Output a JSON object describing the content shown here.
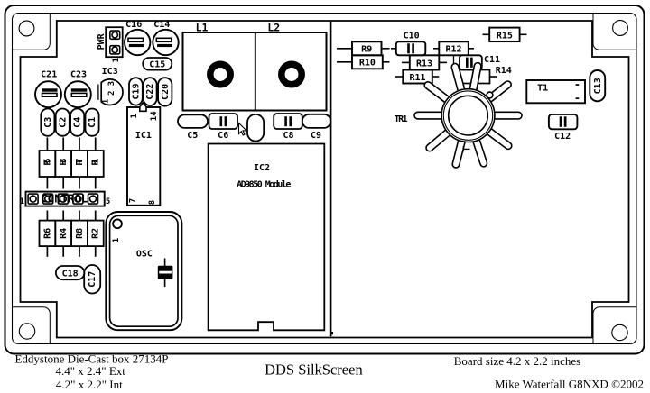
{
  "title": "DDS SilkScreen",
  "footer": {
    "box_line1": "Eddystone Die-Cast box 27134P",
    "box_line2": "4.4\" x 2.4\" Ext",
    "box_line3": "4.2\" x 2.2\" Int",
    "board_size": "Board size 4.2 x 2.2 inches",
    "credit": "Mike Waterfall G8NXD ©2002"
  },
  "components": {
    "pwr": {
      "label": "PWR",
      "pin1": "1"
    },
    "c14": {
      "label": "C14"
    },
    "c15": {
      "label": "C15"
    },
    "c16": {
      "label": "C16"
    },
    "c21": {
      "label": "C21"
    },
    "c23": {
      "label": "C23"
    },
    "ic3": {
      "label": "IC3",
      "pin1": "1",
      "pin2": "2",
      "pin3": "3"
    },
    "c19": {
      "label": "C19"
    },
    "c22": {
      "label": "C22"
    },
    "c20": {
      "label": "C20"
    },
    "c3": {
      "label": "C3"
    },
    "c2": {
      "label": "C2"
    },
    "c4": {
      "label": "C4"
    },
    "c1": {
      "label": "C1"
    },
    "r5": {
      "label": "R5"
    },
    "r3": {
      "label": "R3"
    },
    "r7": {
      "label": "R7"
    },
    "r1": {
      "label": "R1"
    },
    "control": {
      "label": "CONTROL",
      "pin1": "1",
      "pin5": "5"
    },
    "r6": {
      "label": "R6"
    },
    "r4": {
      "label": "R4"
    },
    "r8": {
      "label": "R8"
    },
    "r2": {
      "label": "R2"
    },
    "c18": {
      "label": "C18"
    },
    "c17": {
      "label": "C17"
    },
    "osc": {
      "label": "OSC",
      "pin1": "1"
    },
    "ic1": {
      "label": "IC1",
      "pin1": "1",
      "pin14": "14",
      "pin7": "7",
      "pin8": "8"
    },
    "ic2": {
      "label": "IC2",
      "sub": "AD9850 Module"
    },
    "l1": {
      "label": "L1"
    },
    "l2": {
      "label": "L2"
    },
    "c5": {
      "label": "C5"
    },
    "c6": {
      "label": "C6"
    },
    "c8": {
      "label": "C8"
    },
    "c9": {
      "label": "C9"
    },
    "r9": {
      "label": "R9"
    },
    "r10": {
      "label": "R10"
    },
    "c10": {
      "label": "C10"
    },
    "r12": {
      "label": "R12"
    },
    "r13": {
      "label": "R13"
    },
    "r11": {
      "label": "R11"
    },
    "c11": {
      "label": "C11"
    },
    "r14": {
      "label": "R14"
    },
    "r15": {
      "label": "R15"
    },
    "tr1": {
      "label": "TR1"
    },
    "t1": {
      "label": "T1"
    },
    "c12": {
      "label": "C12"
    },
    "c13": {
      "label": "C13"
    }
  },
  "colors": {
    "ink": "#000000",
    "background": "#ffffff"
  }
}
